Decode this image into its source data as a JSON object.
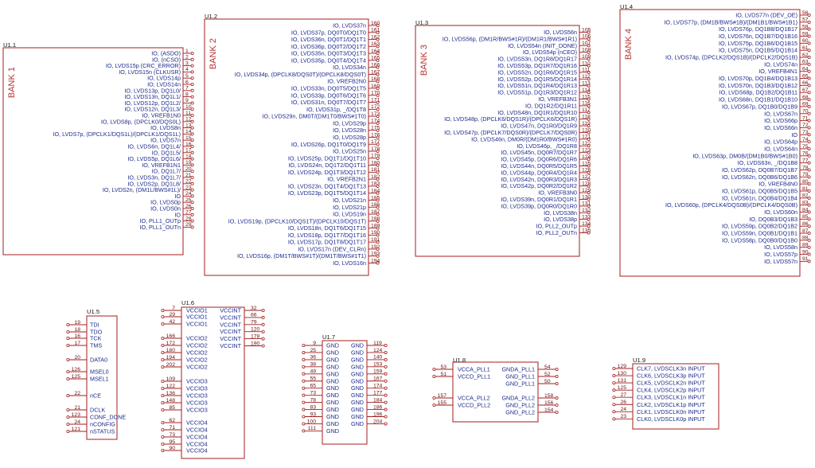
{
  "colors": {
    "outline": "#a61e1e",
    "pin_name": "#1b2a8a",
    "pin_number": "#6a1010",
    "bank_label": "#b83232"
  },
  "parts": [
    {
      "ref": "U1.1",
      "bank": "BANK 1",
      "pins": [
        [
          "IO, (ASDO)",
          "1"
        ],
        [
          "IO, (nCSO)",
          "2"
        ],
        [
          "IO, LVDS15p (CRC_ERROR)",
          "3"
        ],
        [
          "IO, LVDS15n (CLKUSR)",
          "4"
        ],
        [
          "IO, LVDS14p",
          "5"
        ],
        [
          "IO, LVDS14n",
          "6"
        ],
        [
          "IO, LVDS13p, DQ1L0/",
          "7"
        ],
        [
          "IO, LVDS13n, DQ1L1/",
          "8"
        ],
        [
          "IO, LVDS12p, DQ1L2/",
          "9"
        ],
        [
          "IO, LVDS12n, DQ1L3/",
          "10"
        ],
        [
          "IO, VREFB1N0",
          "11"
        ],
        [
          "IO, LVDS8p, (DPCLK0/DQS0L)",
          "12"
        ],
        [
          "IO, LVDS8n",
          "13"
        ],
        [
          "IO, LVDS7p, (DPCLK1/DQS1L)/(DPCLK1/DQS1L)",
          "14"
        ],
        [
          "IO, LVDS7n",
          "15"
        ],
        [
          "IO, LVDS6n, DQ1L4/",
          "16"
        ],
        [
          "IO, DQ1L5/",
          "17"
        ],
        [
          "IO, LVDS5p, DQ1L6/",
          "18"
        ],
        [
          "IO, VREFB1N1",
          "19"
        ],
        [
          "IO, DQ1L7/",
          "20"
        ],
        [
          "IO, LVDS3n, DQ1L7/",
          "21"
        ],
        [
          "IO, LVDS2p, DQ1L8/",
          "22"
        ],
        [
          "IO, LVDS2n, (DM1L/BWS#1L)/",
          "23"
        ],
        [
          "IO",
          "24"
        ],
        [
          "IO, LVDS0p",
          "25"
        ],
        [
          "IO, LVDS0n",
          "26"
        ],
        [
          "IO",
          "27"
        ],
        [
          "IO, PLL1_OUTp",
          "28"
        ],
        [
          "IO, PLL1_OUTn",
          "29"
        ]
      ]
    },
    {
      "ref": "U1.2",
      "bank": "BANK 2",
      "pins": [
        [
          "IO, LVDS37n",
          "160"
        ],
        [
          "IO, LVDS37p, DQ0T0/DQ1T0",
          "161"
        ],
        [
          "IO, LVDS36n, DQ0T1/DQ1T1",
          "162"
        ],
        [
          "IO, LVDS36p, DQ0T2/DQ1T2",
          "163"
        ],
        [
          "IO, LVDS35n, DQ0T3/DQ1T3",
          "164"
        ],
        [
          "IO, LVDS35p, DQ0T4/DQ1T4",
          "165"
        ],
        [
          "IO, LVDS34n",
          "166"
        ],
        [
          "IO, LVDS34p, (DPCLK8/DQS0T)/(DPCLK8/DQS0T)",
          "167"
        ],
        [
          "IO, VREFB2N0",
          "168"
        ],
        [
          "IO, LVDS33n, DQ0T5/DQ1T5",
          "169"
        ],
        [
          "IO, LVDS33p, DQ0T6/DQ1T6",
          "170"
        ],
        [
          "IO, LVDS31n, DQ0T7/DQ1T7",
          "171"
        ],
        [
          "IO, LVDS31p, _/DQ1T8",
          "172"
        ],
        [
          "IO, LVDS29n, DM0T/(DM1T0/BWS#1T0)",
          "173"
        ],
        [
          "IO, LVDS29p",
          "174"
        ],
        [
          "IO, LVDS28n",
          "175"
        ],
        [
          "IO, LVDS28p",
          "176"
        ],
        [
          "IO, LVDS26p, DQ1T0/DQ1T9",
          "177"
        ],
        [
          "IO, LVDS25n",
          "178"
        ],
        [
          "IO, LVDS25p, DQ1T1/DQ1T10",
          "179"
        ],
        [
          "IO, LVDS24n, DQ1T2/DQ1T11",
          "180"
        ],
        [
          "IO, LVDS24p, DQ1T3/DQ1T12",
          "181"
        ],
        [
          "IO, VREFB2N1",
          "182"
        ],
        [
          "IO, LVDS23n, DQ1T4/DQ1T13",
          "183"
        ],
        [
          "IO, LVDS23p, DQ1T5/DQ1T14",
          "184"
        ],
        [
          "IO, LVDS21n",
          "185"
        ],
        [
          "IO, LVDS21p",
          "186"
        ],
        [
          "IO, LVDS19n",
          "187"
        ],
        [
          "IO, LVDS19p, (DPCLK10/DQS1T)/(DPCLK10/DQS1T)",
          "188"
        ],
        [
          "IO, LVDS18n, DQ1T6/DQ1T15",
          "189"
        ],
        [
          "IO, LVDS18p, DQ1T7/DQ1T16",
          "190"
        ],
        [
          "IO, LVDS17p, DQ1T8/DQ1T17",
          "191"
        ],
        [
          "IO, LVDS17n (DEV_CLRn)",
          "192"
        ],
        [
          "IO, LVDS16p, (DM1T/BWS#1T)/(DM1T/BWS#1T1)",
          "193"
        ],
        [
          "IO, LVDS16n",
          "194"
        ]
      ]
    },
    {
      "ref": "U1.3",
      "bank": "BANK 3",
      "pins": [
        [
          "IO, LVDS56n",
          "105"
        ],
        [
          "IO, LVDS56p, (DM1R/BWS#1R)/(DM1R1/BWS#1R1)",
          "106"
        ],
        [
          "IO, LVDS54n (INIT_DONE)",
          "107"
        ],
        [
          "IO, LVDS54p (nCEO)",
          "108"
        ],
        [
          "IO, LVDS53n, DQ1R8/DQ1R17",
          "109"
        ],
        [
          "IO, LVDS53p, DQ1R7/DQ1R16",
          "110"
        ],
        [
          "IO, LVDS52n, DQ1R6/DQ1R15",
          "111"
        ],
        [
          "IO, LVDS52p, DQ1R5/DQ1R14",
          "112"
        ],
        [
          "IO, LVDS51n, DQ1R4/DQ1R13",
          "113"
        ],
        [
          "IO, LVDS51p, DQ1R3/DQ1R12",
          "114"
        ],
        [
          "IO, VREFB3N1",
          "115"
        ],
        [
          "IO, DQ1R2/DQ1R11",
          "116"
        ],
        [
          "IO, LVDS48n, DQ1R1/DQ1R10",
          "117"
        ],
        [
          "IO, LVDS48p, (DPCLK6/DQS1R)/(DPCLK6/DQS1R)",
          "118"
        ],
        [
          "IO, LVDS47n, DQ1R0/DQ1R9",
          "119"
        ],
        [
          "IO, LVDS47p, (DPCLK7/DQS0R)/(DPCLK7/DQS0R)",
          "120"
        ],
        [
          "IO, LVDS46n, DM0R/(DM1R0/BWS#1R0)",
          "121"
        ],
        [
          "IO, LVDS46p, _/DQ1R8",
          "122"
        ],
        [
          "IO, LVDS45n, DQ0R7/DQ1R7",
          "123"
        ],
        [
          "IO, LVDS45p, DQ0R6/DQ1R6",
          "124"
        ],
        [
          "IO, LVDS44n, DQ0R5/DQ1R5",
          "125"
        ],
        [
          "IO, LVDS44p, DQ0R4/DQ1R4",
          "126"
        ],
        [
          "IO, LVDS42n, DQ0R3/DQ1R3",
          "127"
        ],
        [
          "IO, LVDS42p, DQ0R2/DQ1R2",
          "128"
        ],
        [
          "IO, VREFB3N0",
          "129"
        ],
        [
          "IO, LVDS39n, DQ0R1/DQ1R1",
          "130"
        ],
        [
          "IO, LVDS39p, DQ0R0/DQ1R0",
          "131"
        ],
        [
          "IO, LVDS38n",
          "132"
        ],
        [
          "IO, LVDS38p",
          "133"
        ],
        [
          "IO, PLL2_OUTp",
          "134"
        ],
        [
          "IO, PLL2_OUTn",
          "135"
        ]
      ]
    },
    {
      "ref": "U1.4",
      "bank": "BANK 4",
      "pins": [
        [
          "IO, LVDS77n (DEV_OE)",
          "56"
        ],
        [
          "IO, LVDS77p, (DM1B/BWS#1B)/(DM1B1/BWS#1B1)",
          "57"
        ],
        [
          "IO, LVDS76p, DQ1B8/DQ1B17",
          "58"
        ],
        [
          "IO, LVDS76n, DQ1B7/DQ1B16",
          "59"
        ],
        [
          "IO, LVDS75p, DQ1B6/DQ1B15",
          "60"
        ],
        [
          "IO, LVDS75n, DQ1B5/DQ1B14",
          "61"
        ],
        [
          "IO, LVDS74p, (DPCLK2/DQS1B)/(DPCLK2/DQS1B)",
          "62"
        ],
        [
          "IO, LVDS74n",
          "63"
        ],
        [
          "IO, VREFB4N1",
          "64"
        ],
        [
          "IO, LVDS70p, DQ1B4/DQ1B13",
          "65"
        ],
        [
          "IO, LVDS70n, DQ1B3/DQ1B12",
          "66"
        ],
        [
          "IO, LVDS68p, DQ1B2/DQ1B11",
          "67"
        ],
        [
          "IO, LVDS68n, DQ1B1/DQ1B10",
          "68"
        ],
        [
          "IO, LVDS67p, DQ1B0/DQ1B9",
          "69"
        ],
        [
          "IO, LVDS67n",
          "70"
        ],
        [
          "IO, LVDS66p",
          "71"
        ],
        [
          "IO, LVDS66n",
          "72"
        ],
        [
          "IO",
          "73"
        ],
        [
          "IO, LVDS64p",
          "74"
        ],
        [
          "IO, LVDS64n",
          "75"
        ],
        [
          "IO, LVDS63p, DM0B/(DM1B0/BWS#1B0)",
          "76"
        ],
        [
          "IO, LVDS63n, _/DQ1B8",
          "77"
        ],
        [
          "IO, LVDS62p, DQ0B7/DQ1B7",
          "78"
        ],
        [
          "IO, LVDS62n, DQ0B6/DQ1B6",
          "79"
        ],
        [
          "IO, VREFB4N0",
          "80"
        ],
        [
          "IO, LVDS61p, DQ0B5/DQ1B5",
          "81"
        ],
        [
          "IO, LVDS61n, DQ0B4/DQ1B4",
          "82"
        ],
        [
          "IO, LVDS60p, (DPCLK4/DQS0B)/(DPCLK4/DQS0B)",
          "83"
        ],
        [
          "IO, LVDS60n",
          "84"
        ],
        [
          "IO, DQ0B3/DQ1B3",
          "85"
        ],
        [
          "IO, LVDS59p, DQ0B2/DQ1B2",
          "86"
        ],
        [
          "IO, LVDS59n, DQ0B1/DQ1B1",
          "87"
        ],
        [
          "IO, LVDS58p, DQ0B0/DQ1B0",
          "88"
        ],
        [
          "IO, LVDS58n",
          "89"
        ],
        [
          "IO, LVDS57p",
          "90"
        ],
        [
          "IO, LVDS57n",
          "91"
        ]
      ]
    },
    {
      "ref": "U1.5",
      "left_pins": [
        [
          "TDI",
          "19"
        ],
        [
          "TDO",
          "18"
        ],
        [
          "TCK",
          "16"
        ],
        [
          "TMS",
          "17"
        ],
        [
          "DATA0",
          "20"
        ],
        [
          "MSEL0",
          "126"
        ],
        [
          "MSEL1",
          "125"
        ],
        [
          "nCE",
          "22"
        ],
        [
          "DCLK",
          "21"
        ],
        [
          "CONF_DONE",
          "123"
        ],
        [
          "nCONFIG",
          "24"
        ],
        [
          "nSTATUS",
          "121"
        ]
      ]
    },
    {
      "ref": "U1.6",
      "left_pins": [
        [
          "VCCIO1",
          "7"
        ],
        [
          "VCCIO1",
          "29"
        ],
        [
          "VCCIO1",
          "42"
        ],
        [
          "VCCIO2",
          "166"
        ],
        [
          "VCCIO2",
          "172"
        ],
        [
          "VCCIO2",
          "180"
        ],
        [
          "VCCIO2",
          "194"
        ],
        [
          "VCCIO2",
          "202"
        ],
        [
          "VCCIO3",
          "109"
        ],
        [
          "VCCIO3",
          "122"
        ],
        [
          "VCCIO3",
          "136"
        ],
        [
          "VCCIO3",
          "148"
        ],
        [
          "VCCIO3",
          "85"
        ],
        [
          "VCCIO4",
          "62"
        ],
        [
          "VCCIO4",
          "71"
        ],
        [
          "VCCIO4",
          "73"
        ],
        [
          "VCCIO4",
          "95"
        ],
        [
          "VCCIO4",
          "90"
        ]
      ],
      "right_pins": [
        [
          "VCCINT",
          "32"
        ],
        [
          "VCCINT",
          "66"
        ],
        [
          "VCCINT",
          "79"
        ],
        [
          "VCCINT",
          "120"
        ],
        [
          "VCCINT",
          "178"
        ],
        [
          "VCCINT",
          "190"
        ]
      ]
    },
    {
      "ref": "U1.7",
      "left_pins": [
        [
          "GND",
          "9"
        ],
        [
          "GND",
          "25"
        ],
        [
          "GND",
          "36"
        ],
        [
          "GND",
          "38"
        ],
        [
          "GND",
          "49"
        ],
        [
          "GND",
          "55"
        ],
        [
          "GND",
          "65"
        ],
        [
          "GND",
          "73"
        ],
        [
          "GND",
          "78"
        ],
        [
          "GND",
          "83"
        ],
        [
          "GND",
          "93"
        ],
        [
          "GND",
          "100"
        ],
        [
          "GND",
          "111"
        ]
      ],
      "right_pins": [
        [
          "GND",
          "119"
        ],
        [
          "GND",
          "124"
        ],
        [
          "GND",
          "140"
        ],
        [
          "GND",
          "153"
        ],
        [
          "GND",
          "159"
        ],
        [
          "GND",
          "167"
        ],
        [
          "GND",
          "174"
        ],
        [
          "GND",
          "177"
        ],
        [
          "GND",
          "184"
        ],
        [
          "GND",
          "186"
        ],
        [
          "GND",
          "196"
        ],
        [
          "GND",
          "204"
        ]
      ]
    },
    {
      "ref": "U1.8",
      "left_pins": [
        [
          "VCCA_PLL1",
          "53"
        ],
        [
          "VCCD_PLL1",
          "51"
        ],
        [
          "VCCA_PLL2",
          "157"
        ],
        [
          "VCCD_PLL2",
          "155"
        ]
      ],
      "right_pins": [
        [
          "GNDA_PLL1",
          "54"
        ],
        [
          "GND_PLL1",
          "52"
        ],
        [
          "GND_PLL1",
          "50"
        ],
        [
          "GNDA_PLL2",
          "158"
        ],
        [
          "GND_PLL2",
          "156"
        ],
        [
          "GND_PLL2",
          "154"
        ]
      ]
    },
    {
      "ref": "U1.9",
      "left_pins": [
        [
          "CLK7, LVDSCLK3n INPUT",
          "129"
        ],
        [
          "CLK6, LVDSCLK3p INPUT",
          "130"
        ],
        [
          "CLK5, LVDSCLK2n INPUT",
          "131"
        ],
        [
          "CLK4, LVDSCLK2p INPUT",
          "125"
        ],
        [
          "CLK3, LVDSCLK1n INPUT",
          "27"
        ],
        [
          "CLK2, LVDSCLK1p INPUT",
          "26"
        ],
        [
          "CLK1, LVDSCLK0n INPUT",
          "24"
        ],
        [
          "CLK0, LVDSCLK0p INPUT",
          "23"
        ]
      ]
    }
  ]
}
